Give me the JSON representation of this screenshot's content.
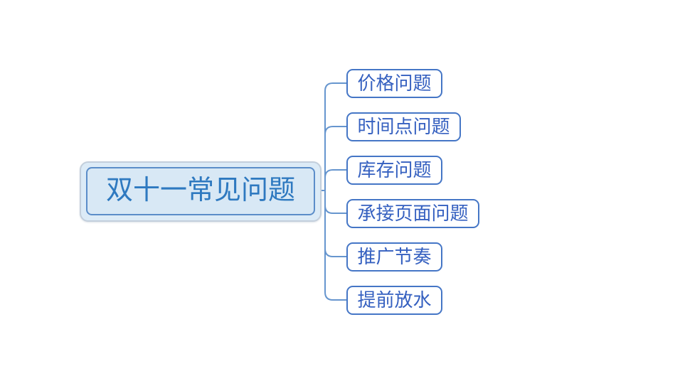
{
  "mindmap": {
    "title": "双十一常见问题",
    "root": {
      "label": "双十一常见问题"
    },
    "children": [
      {
        "label": "价格问题"
      },
      {
        "label": "时间点问题"
      },
      {
        "label": "库存问题"
      },
      {
        "label": "承接页面问题"
      },
      {
        "label": "推广节奏"
      },
      {
        "label": "提前放水"
      }
    ],
    "colors": {
      "root_fill": "#d8e8f5",
      "root_border": "#5b8dc9",
      "root_halo_border": "#c3cfdc",
      "root_text": "#2e79c0",
      "child_fill": "#ffffff",
      "child_border": "#4576c6",
      "child_text": "#3560c0",
      "connector": "#6695ce",
      "background": "#ffffff"
    }
  }
}
